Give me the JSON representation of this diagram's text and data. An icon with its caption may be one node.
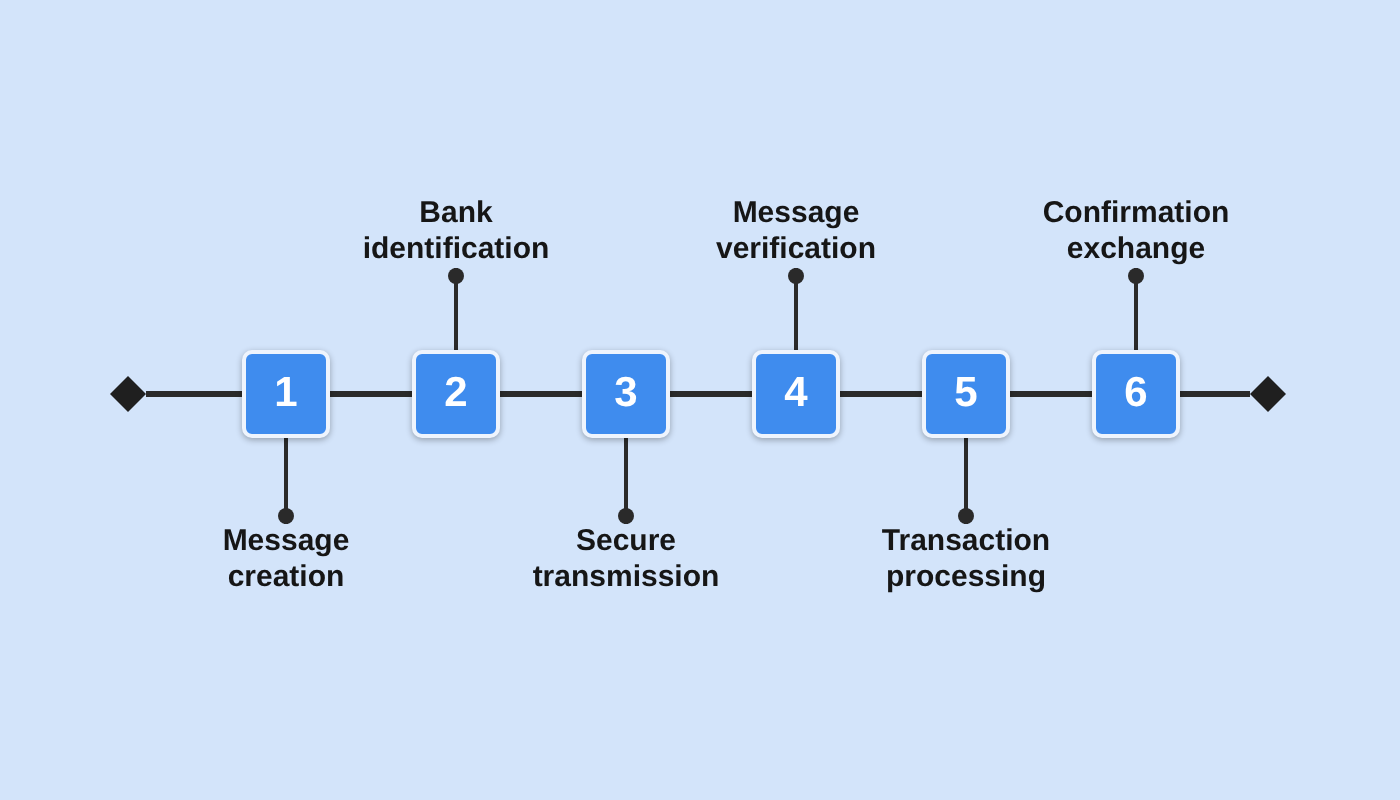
{
  "diagram": {
    "nodes": [
      {
        "text": [],
        "shape": "diamond"
      },
      {
        "text": [
          "1"
        ]
      },
      {
        "text": [
          "2"
        ]
      },
      {
        "text": [
          "3"
        ]
      },
      {
        "text": [
          "4"
        ]
      },
      {
        "text": [
          "5"
        ]
      },
      {
        "text": [
          "6"
        ]
      },
      {
        "text": [],
        "shape": "diamond"
      },
      {
        "text": [
          "Message creation"
        ]
      },
      {
        "text": [
          "Bank identification"
        ]
      },
      {
        "text": [
          "Secure transmission"
        ]
      },
      {
        "text": [
          "Message verification"
        ]
      },
      {
        "text": [
          "Transaction processing"
        ]
      },
      {
        "text": [
          "Confirmation exchange"
        ]
      }
    ],
    "edges": [
      {
        "from": 0,
        "to": 1,
        "arrow": "none"
      },
      {
        "from": 1,
        "to": 2,
        "arrow": "none"
      },
      {
        "from": 2,
        "to": 3,
        "arrow": "none"
      },
      {
        "from": 3,
        "to": 4,
        "arrow": "none"
      },
      {
        "from": 4,
        "to": 5,
        "arrow": "none"
      },
      {
        "from": 5,
        "to": 6,
        "arrow": "none"
      },
      {
        "from": 6,
        "to": 7,
        "arrow": "none"
      },
      {
        "from": 8,
        "to": 1,
        "arrow": "other"
      },
      {
        "from": 9,
        "to": 2,
        "arrow": "other"
      },
      {
        "from": 10,
        "to": 3,
        "arrow": "other"
      },
      {
        "from": 11,
        "to": 4,
        "arrow": "other"
      },
      {
        "from": 12,
        "to": 5,
        "arrow": "other"
      },
      {
        "from": 13,
        "to": 6,
        "arrow": "other"
      }
    ]
  }
}
